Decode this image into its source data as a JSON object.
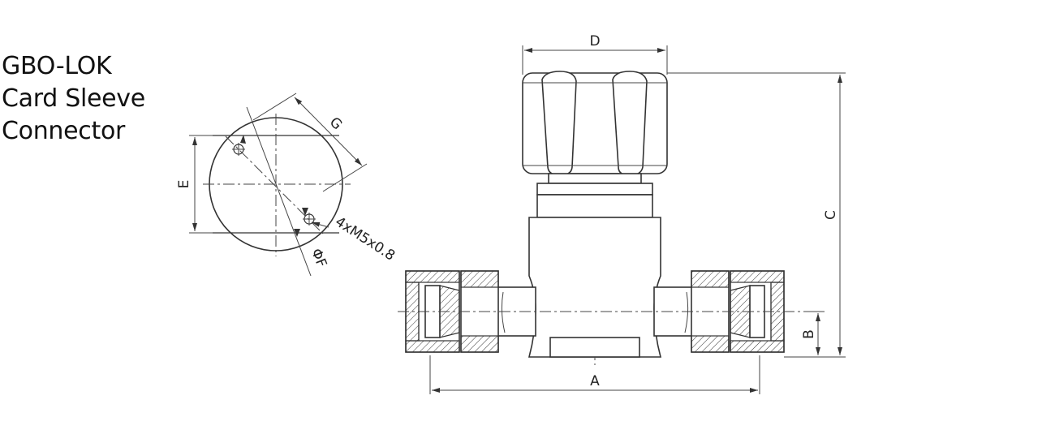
{
  "title_lines": [
    "GBO-LOK",
    "Card Sleeve",
    "Connector"
  ],
  "dimension_labels": {
    "A": "A",
    "B": "B",
    "C": "C",
    "D": "D",
    "E": "E",
    "G": "G",
    "F": "ΦF",
    "thread": "4xM5x0.8"
  }
}
